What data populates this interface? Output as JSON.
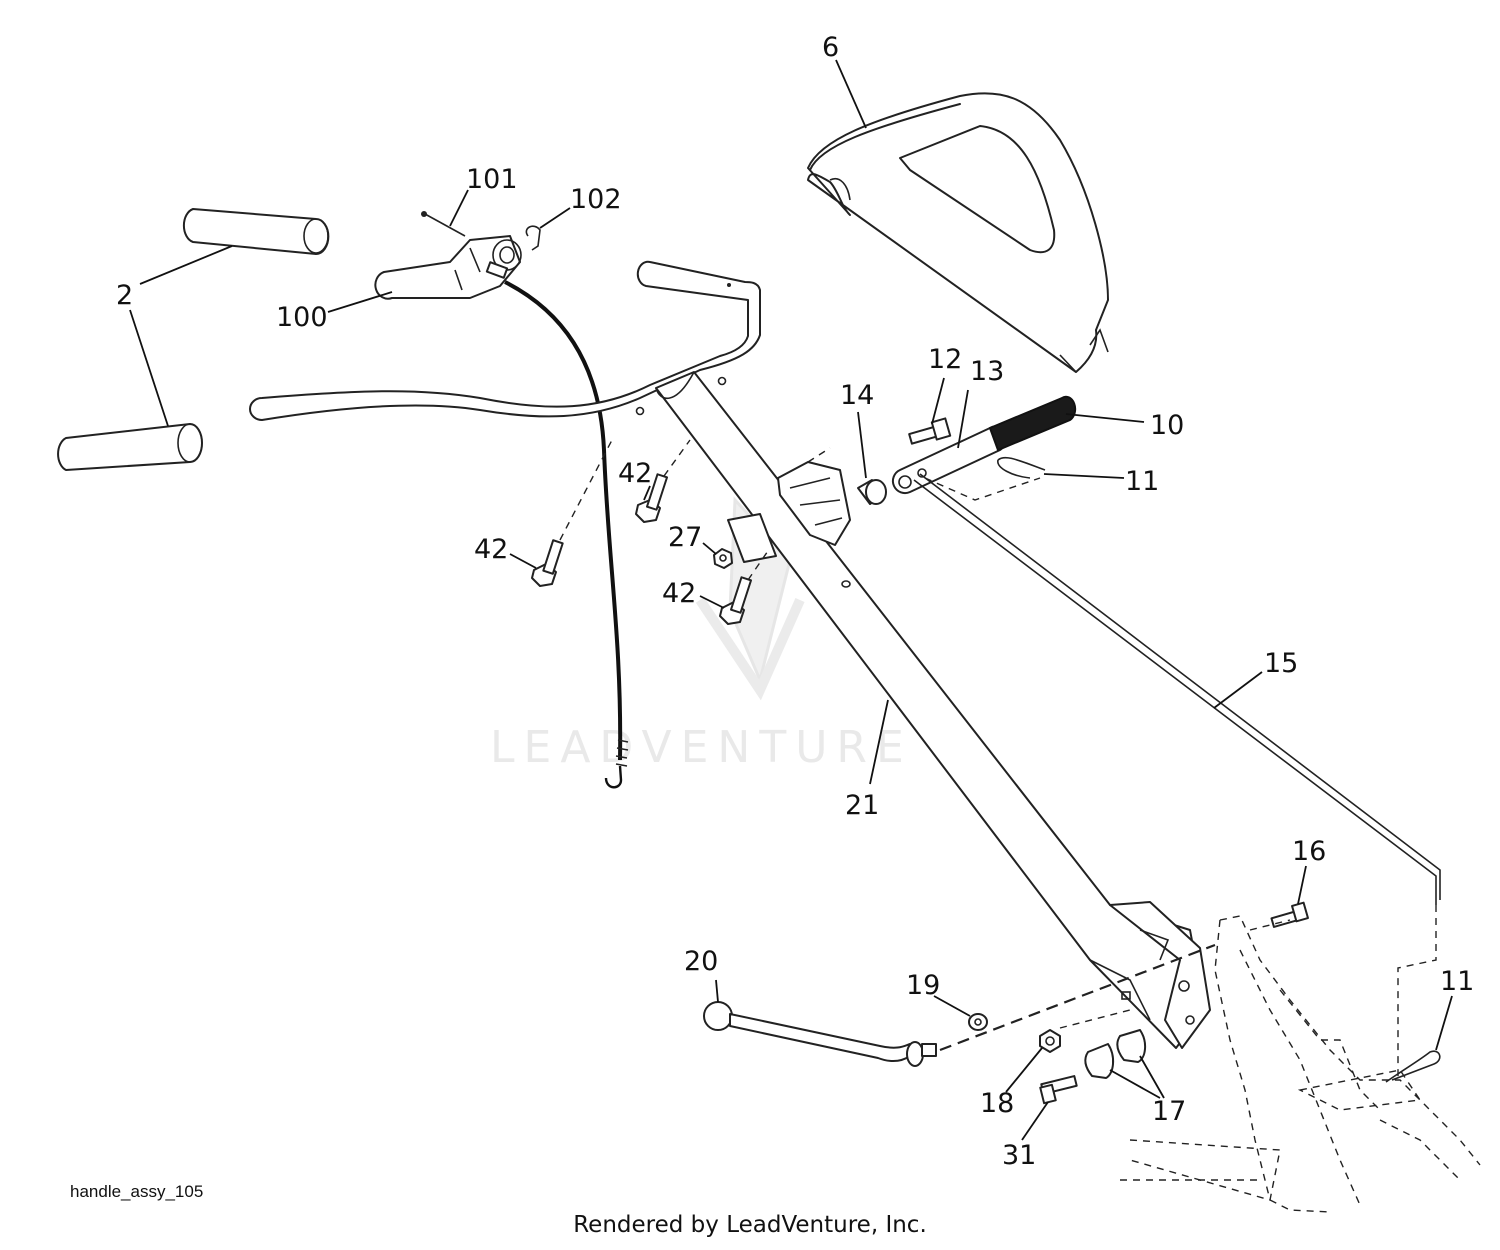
{
  "watermark": "LEADVENTURE",
  "diagram_id": "handle_assy_105",
  "credit": "Rendered by LeadVenture, Inc.",
  "callouts": {
    "c2": "2",
    "c6": "6",
    "c10": "10",
    "c11a": "11",
    "c11b": "11",
    "c12": "12",
    "c13": "13",
    "c14": "14",
    "c15": "15",
    "c16": "16",
    "c17": "17",
    "c18": "18",
    "c19": "19",
    "c20": "20",
    "c21": "21",
    "c27": "27",
    "c31": "31",
    "c42a": "42",
    "c42b": "42",
    "c42c": "42",
    "c100": "100",
    "c101": "101",
    "c102": "102"
  }
}
